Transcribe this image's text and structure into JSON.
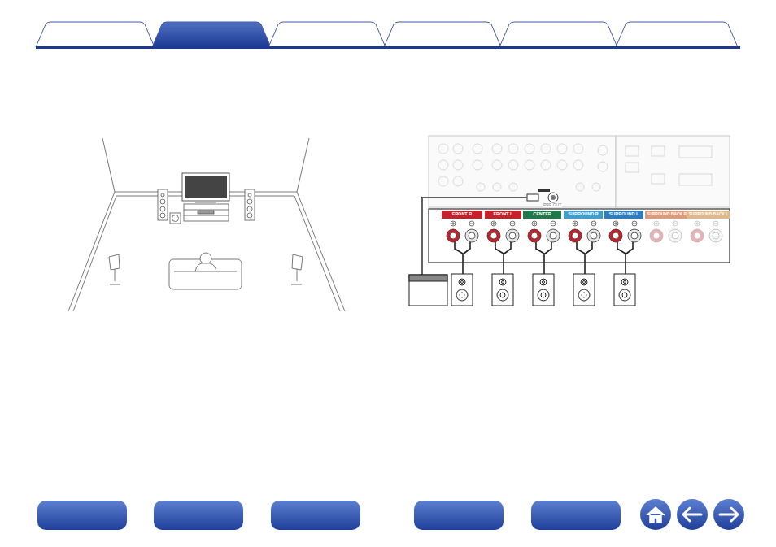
{
  "diagram": {
    "nodes": [
      {
        "text": [
          "FRONT R"
        ]
      },
      {
        "text": [
          "FRONT L"
        ]
      },
      {
        "text": [
          "CENTER"
        ]
      },
      {
        "text": [
          "SURROUND R"
        ]
      },
      {
        "text": [
          "SURROUND L"
        ]
      },
      {
        "text": [
          "SURROUND BACK R"
        ]
      },
      {
        "text": [
          "SURROUND BACK L"
        ]
      }
    ],
    "labels": [
      "PRE OUT"
    ]
  }
}
